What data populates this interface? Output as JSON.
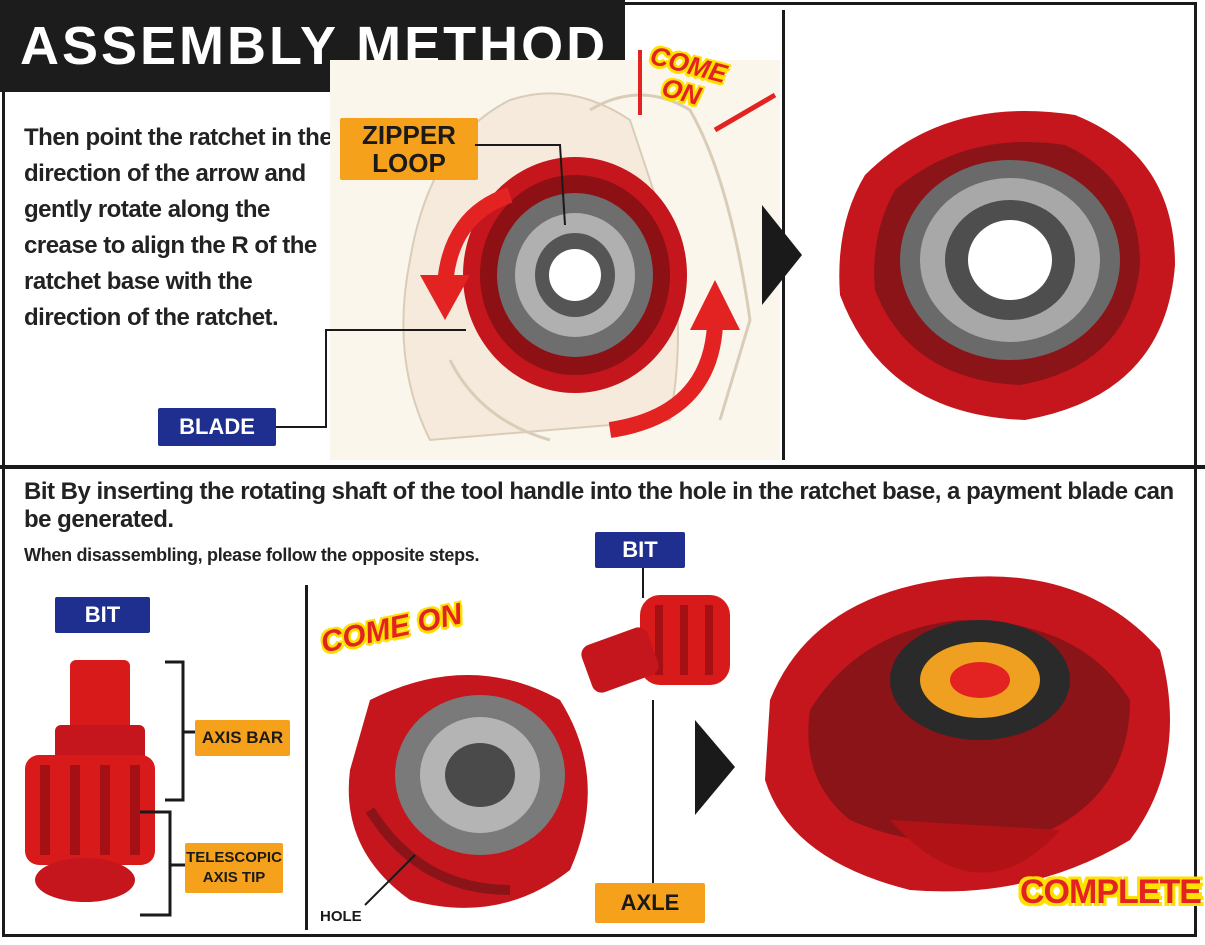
{
  "header": {
    "title": "ASSEMBLY METHOD"
  },
  "step1": {
    "instruction": "Then point the ratchet in the direction of the arrow and gently rotate along the crease to align the R of the ratchet base with the direction of the ratchet.",
    "zipper_loop": [
      "ZIPPER",
      "LOOP"
    ],
    "blade_label": "BLADE",
    "callout": [
      "COME",
      "ON"
    ]
  },
  "step2": {
    "instruction": "Bit By inserting the rotating shaft of the tool handle into the hole in the ratchet base, a payment blade can be generated.",
    "note": "When disassembling, please follow the opposite steps.",
    "bit_label_left": "BIT",
    "axis_bar": "AXIS BAR",
    "telescopic": [
      "TELESCOPIC",
      "AXIS TIP"
    ],
    "callout": "COME ON",
    "hole_label": "HOLE",
    "bit_label_right": "BIT",
    "axle_label": "AXLE",
    "complete": "COMPLETE"
  },
  "colors": {
    "accent_red": "#e32222",
    "tag_orange": "#f5a11c",
    "tag_navy": "#1e2f8f",
    "callout_yellow": "#ffe100"
  }
}
